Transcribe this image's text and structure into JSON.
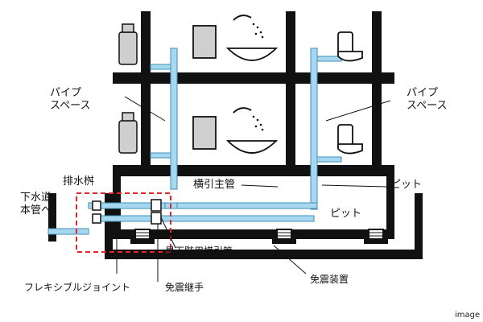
{
  "labels": {
    "pipe_space_left": [
      "パイプ",
      "スペース"
    ],
    "pipe_space_right": [
      "パイプ",
      "スペース"
    ],
    "drain_basin": "排水桝",
    "sewer_main": [
      "下水道",
      "本管へ"
    ],
    "horizontal_main": "横引主管",
    "pit_upper": "ピット",
    "pit_lower": "ピット",
    "lowest_floor_pipe": "最下階用横引管",
    "flexible_joint": "フレキシブルジョイント",
    "seismic_joint": "免震継手",
    "isolation_device": "免震装置",
    "corner_tag": "image"
  },
  "colors": {
    "structure": "#111111",
    "pipe_fill": "#a8d8ef",
    "pipe_stroke": "#3f8fb8",
    "fixture": "#cfcfcf",
    "highlight_box": "#e0262b"
  },
  "icons": [
    "sink-icon",
    "basin-icon",
    "toilet-icon",
    "faucet-icon",
    "shower-spray-icon",
    "seismic-isolator-icon"
  ]
}
